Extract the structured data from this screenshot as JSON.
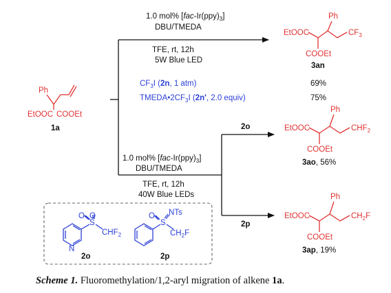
{
  "substrate": {
    "label": "1a",
    "ph": "Ph",
    "ester_left": "EtOOC",
    "ester_right": "COOEt"
  },
  "top_conditions": {
    "line1_pre": "1.0 mol% [",
    "line1_italic": "fac",
    "line1_post": "-Ir(ppy)",
    "line1_sub": "3",
    "line1_close": "]",
    "line2": "DBU/TMEDA",
    "line3": "TFE, rt, 12h",
    "line4": "5W Blue LED"
  },
  "reagents": [
    {
      "pre": "CF",
      "sub": "3",
      "post": "I (",
      "bold": "2n",
      "tail": ", 1 atm)",
      "yield": "69%"
    },
    {
      "pre": "TMEDA•2CF",
      "sub": "3",
      "post": "I (",
      "bold": "2n'",
      "tail": ", 2.0 equiv)",
      "yield": "75%"
    }
  ],
  "product_3an": {
    "label": "3an",
    "ph": "Ph",
    "ester_left": "EtOOC",
    "ester_bottom": "COOEt",
    "group": "CF",
    "group_sub": "3"
  },
  "bottom_conditions": {
    "line1_pre": "1.0 mol% [",
    "line1_italic": "fac",
    "line1_post": "-Ir(ppy)",
    "line1_sub": "3",
    "line1_close": "]",
    "line2": "DBU/TMEDA",
    "line3": "TFE, rt, 12h",
    "line4": "40W Blue LEDs"
  },
  "arrow_labels": {
    "upper": "2o",
    "lower": "2p"
  },
  "product_3ao": {
    "label": "3ao",
    "yield": ", 56%",
    "ph": "Ph",
    "ester_left": "EtOOC",
    "ester_bottom": "COOEt",
    "group": "CHF",
    "group_sub": "2"
  },
  "product_3ap": {
    "label": "3ap",
    "yield": ", 19%",
    "ph": "Ph",
    "ester_left": "EtOOC",
    "ester_bottom": "COOEt",
    "group": "CH",
    "group_sub": "2",
    "group_tail": "F"
  },
  "reagent_2o": {
    "label": "2o",
    "o_top": "O",
    "o_right": "O",
    "s": "S",
    "n": "N",
    "group": "CHF",
    "group_sub": "2"
  },
  "reagent_2p": {
    "label": "2p",
    "o": "O",
    "s": "S",
    "nts": "NTs",
    "group": "CH",
    "group_sub": "2",
    "group_tail": "F"
  },
  "caption": {
    "italic": "Scheme 1.",
    "text": " Fluoromethylation/1,2-aryl migration of alkene ",
    "bold": "1a",
    "end": "."
  }
}
